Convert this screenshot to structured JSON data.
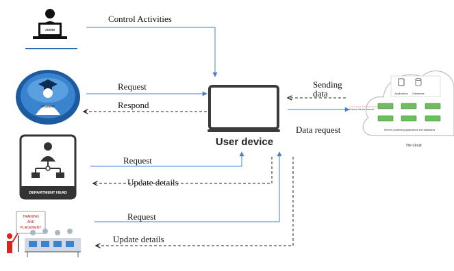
{
  "actors": {
    "admin": {
      "badge": "ADMIN"
    },
    "student": {
      "badge": "STUDENT"
    },
    "department_head": {
      "badge": "DEPARTMENT HEAD"
    },
    "training": {
      "sign_line1": "TRAINING",
      "sign_line2": "AND",
      "sign_line3": "PLACEMENT"
    }
  },
  "device": {
    "label": "User device"
  },
  "flows": {
    "control": "Control Activities",
    "student_request": "Request",
    "student_respond": "Respond",
    "dept_request": "Request",
    "dept_update": "Update details",
    "tp_request": "Request",
    "tp_update": "Update details",
    "sending_line1": "Sending",
    "sending_line2": "data",
    "data_request": "Data request"
  },
  "cloud": {
    "applications": "Applications",
    "databases": "Databases",
    "access_label": "Access Via the Internet",
    "servers_caption": "Servers containing applications and databases",
    "name": "The Cloud"
  },
  "colors": {
    "arrow": "#4a7fbf",
    "dashed": "#222222",
    "device": "#3b3b3b",
    "student_disc": "#2a6cb3"
  }
}
